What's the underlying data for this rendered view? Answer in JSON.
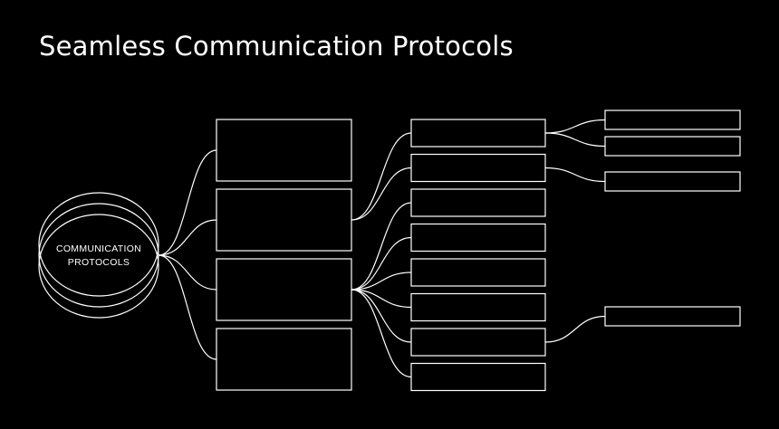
{
  "slide": {
    "title": "Seamless Communication Protocols"
  },
  "diagram": {
    "hub": {
      "label_lines": [
        "COMMUNICATION",
        "PROTOCOLS"
      ]
    },
    "level1": [
      {
        "id": "l1-1",
        "label": ""
      },
      {
        "id": "l1-2",
        "label": ""
      },
      {
        "id": "l1-3",
        "label": ""
      },
      {
        "id": "l1-4",
        "label": ""
      }
    ],
    "level2": [
      {
        "id": "l2-1",
        "parent": 1,
        "label": ""
      },
      {
        "id": "l2-2",
        "parent": 1,
        "label": ""
      },
      {
        "id": "l2-3",
        "parent": 2,
        "label": ""
      },
      {
        "id": "l2-4",
        "parent": 2,
        "label": ""
      },
      {
        "id": "l2-5",
        "parent": 2,
        "label": ""
      },
      {
        "id": "l2-6",
        "parent": 2,
        "label": ""
      },
      {
        "id": "l2-7",
        "parent": 2,
        "label": ""
      },
      {
        "id": "l2-8",
        "parent": 2,
        "label": ""
      }
    ],
    "level3": [
      {
        "id": "l3-1",
        "parent": 0,
        "label": ""
      },
      {
        "id": "l3-2",
        "parent": 0,
        "label": ""
      },
      {
        "id": "l3-3",
        "parent": 1,
        "label": ""
      },
      {
        "id": "l3-4",
        "parent": 6,
        "label": ""
      }
    ]
  },
  "colors": {
    "background": "#000000",
    "foreground": "#ffffff"
  }
}
